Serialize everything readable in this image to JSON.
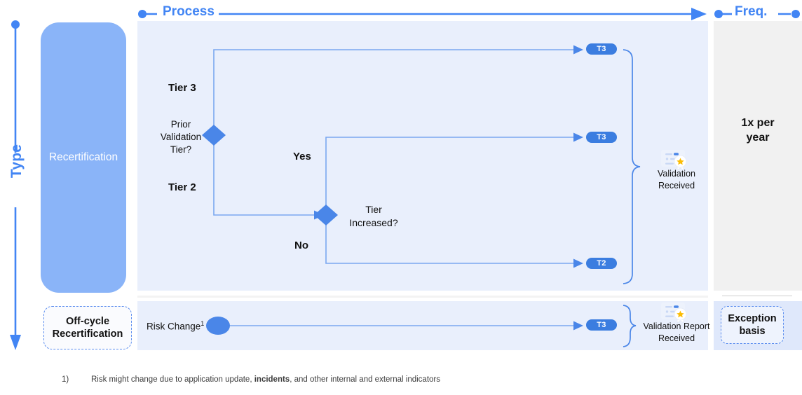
{
  "axis": {
    "vertical_label": "Type",
    "process_label": "Process",
    "freq_label": "Freq."
  },
  "type_column": {
    "primary": "Recertification",
    "secondary": "Off-cycle\nRecertification",
    "secondary_line1": "Off-cycle",
    "secondary_line2": "Recertification"
  },
  "process": {
    "decision1": {
      "label_line1": "Prior",
      "label_line2": "Validation",
      "label_line3": "Tier?",
      "branch_up": "Tier 3",
      "branch_down": "Tier 2"
    },
    "decision2": {
      "label_line1": "Tier",
      "label_line2": "Increased?",
      "branch_up": "Yes",
      "branch_down": "No"
    },
    "badges": {
      "tier3_top": "T3",
      "tier3_mid": "T3",
      "tier2_bottom": "T2",
      "tier3_offcycle": "T3"
    },
    "outcome_top_line1": "Validation",
    "outcome_top_line2": "Received",
    "outcome_bottom_line1": "Validation Report",
    "outcome_bottom_line2": "Received",
    "offcycle_start": "Risk Change",
    "offcycle_start_sup": "1"
  },
  "frequency": {
    "recurring_line1": "1x per",
    "recurring_line2": "year",
    "exception_line1": "Exception",
    "exception_line2": "basis"
  },
  "footnote": {
    "marker": "1)",
    "text_part1": "Risk might change due to application update, ",
    "text_bold": "incidents",
    "text_part2": ", and other internal and external indicators"
  },
  "colors": {
    "accent": "#4285F4",
    "connector": "#5B8DEF",
    "badge": "#3B7DE0",
    "type_block": "#8AB4F8",
    "panel": "#E9EFFC",
    "freq_panel": "#F1F1F1"
  },
  "icons": {
    "award": "award-icon",
    "arrow": "arrow-icon"
  }
}
